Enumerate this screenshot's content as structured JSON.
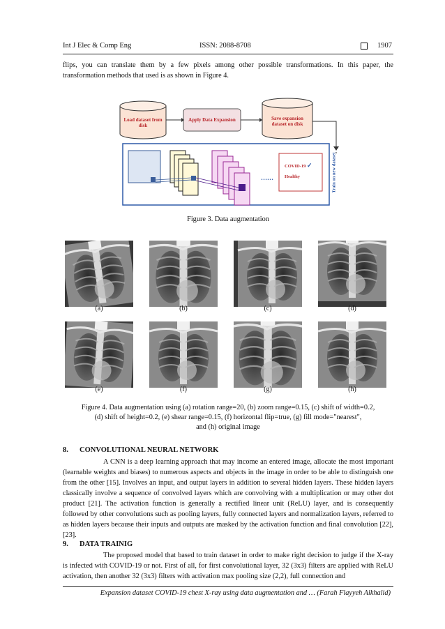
{
  "header": {
    "journal": "Int J Elec & Comp Eng",
    "issn": "ISSN: 2088-8708",
    "page": "1907"
  },
  "intro_paragraph": "flips, you can translate them by a few pixels among other possible transformations. In this paper, the transformation methods that used is as shown in Figure 4.",
  "figure3": {
    "load_dataset": "Load dataset from disk",
    "apply_expansion": "Apply Data Expansion",
    "save_expansion": "Save expansion dataset on disk",
    "class_covid": "COVID-19",
    "class_healthy": "Healthy",
    "train_label": "Train on new dataset",
    "ellipsis": "……",
    "caption": "Figure 3. Data augmentation"
  },
  "figure4": {
    "labels": [
      "(a)",
      "(b)",
      "(c)",
      "(d)",
      "(e)",
      "(f)",
      "(g)",
      "(h)"
    ],
    "caption_line1": "Figure 4. Data augmentation using (a) rotation range=20, (b) zoom range=0.15, (c) shift of width=0.2,",
    "caption_line2": "(d) shift of height=0.2, (e) shear range=0.15, (f) horizontal flip=true, (g) fill mode=\"nearest\",",
    "caption_line3": "and (h) original image"
  },
  "section8": {
    "number": "8.",
    "title": "CONVOLUTIONAL NEURAL NETWORK",
    "body": "A CNN is a deep learning approach that may income an entered image, allocate the most important (learnable weights and biases) to numerous aspects and objects in the image in order to be able to distinguish one from the other [15]. Involves an input, and output layers in addition to several hidden layers. These hidden layers classically involve a sequence of convolved layers which are convolving with a multiplication or may other dot product [21]. The activation function is generally a rectified linear unit (ReLU) layer, and is consequently followed by other convolutions such as pooling layers, fully connected layers and normalization layers, referred to as hidden layers because their inputs and outputs are masked by the activation function and final convolution [22], [23]."
  },
  "section9": {
    "number": "9.",
    "title": "DATA TRAINIG",
    "body": "The proposed model that based to train dataset in order to make right decision to judge if the X-ray is infected with COVID-19 or not. First of all, for first convolutional layer, 32 (3x3) filters are applied with ReLU activation, then another 32 (3x3) filters with activation max pooling size (2,2), full connection and"
  },
  "footer": "Expansion dataset COVID-19 chest X-ray using data augmentation and … (Farah Flayyeh Alkhalid)"
}
